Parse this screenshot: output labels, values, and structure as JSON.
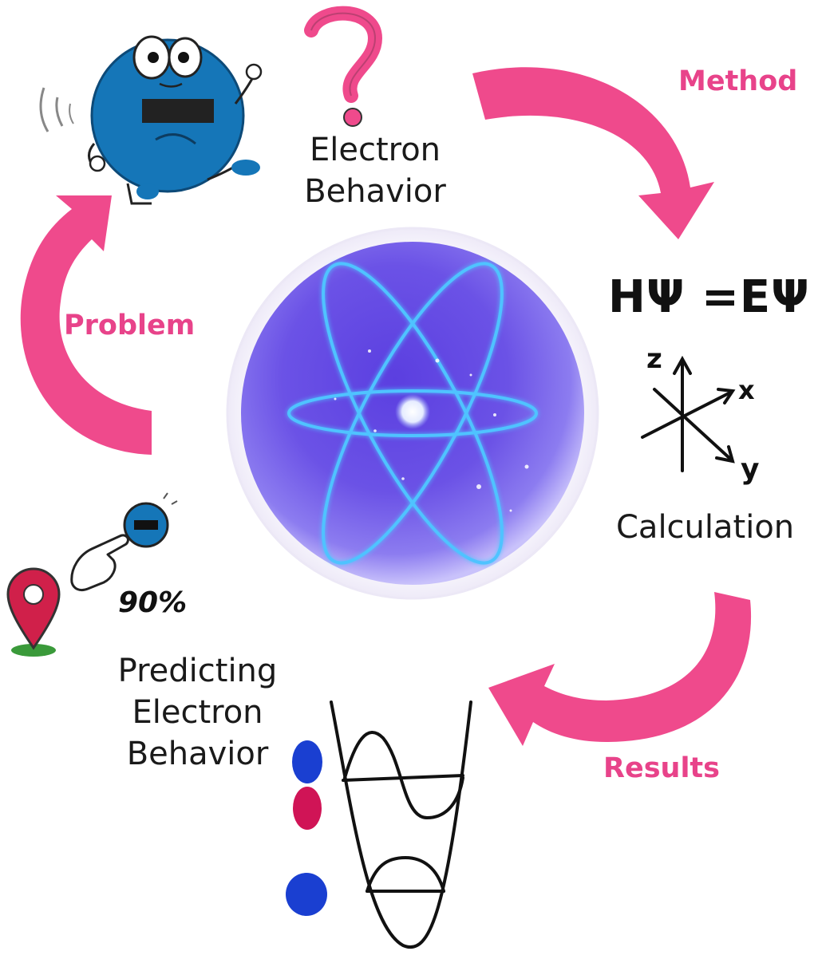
{
  "diagram": {
    "top_label_line1": "Electron",
    "top_label_line2": "Behavior",
    "method_label": "Method",
    "problem_label": "Problem",
    "results_label": "Results",
    "calculation_label": "Calculation",
    "bottom_label_line1": "Predicting",
    "bottom_label_line2": "Electron",
    "bottom_label_line3": "Behavior",
    "equation": "HΨ =EΨ",
    "axis_x": "x",
    "axis_y": "y",
    "axis_z": "z",
    "probability": "90%",
    "question_mark": "?"
  },
  "colors": {
    "arrow_pink": "#ef4a8c",
    "label_pink": "#e8438a",
    "electron_blue": "#1576b8",
    "sphere_purple": "#6a4fe0",
    "orbit_cyan": "#4fc3ff",
    "dot_blue": "#1a3fd1",
    "dot_red": "#d01456",
    "pin_red": "#d0204a"
  }
}
